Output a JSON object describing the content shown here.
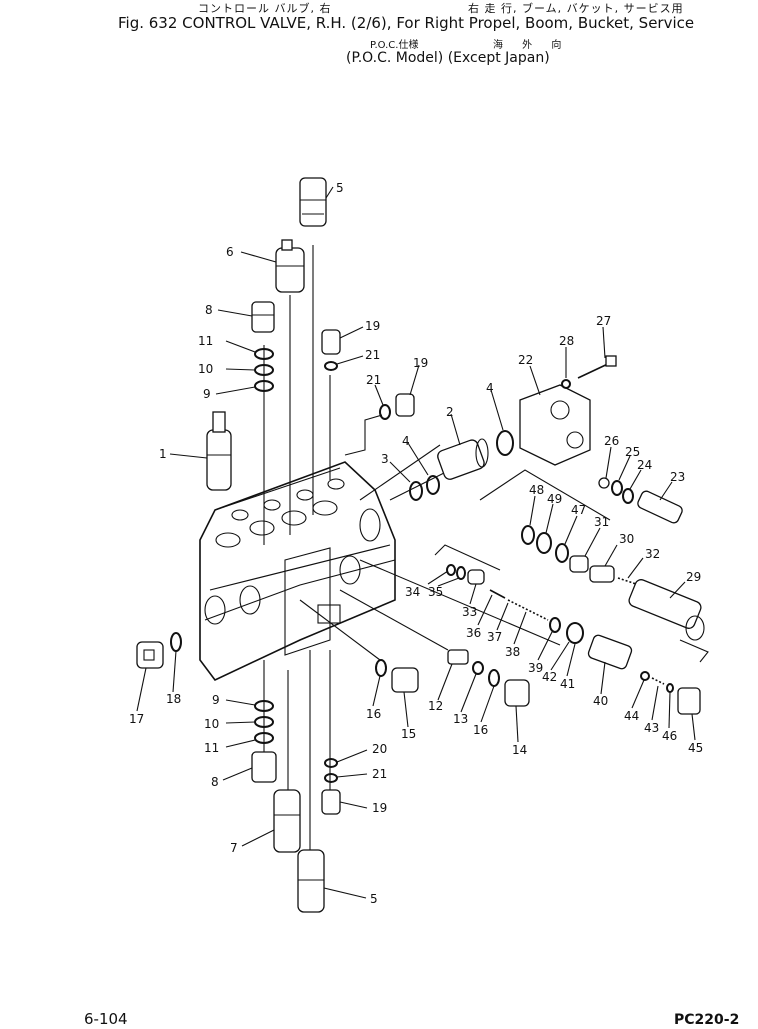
{
  "header": {
    "jp_title_left": "コントロール バルブ, 右",
    "jp_title_right": "右 走 行, ブーム, バケット, サービス用",
    "figure_title": "Fig. 632  CONTROL VALVE, R.H. (2/6), For Right Propel, Boom, Bucket, Service",
    "poc_jp_left": "P.O.C.仕様",
    "poc_jp_right": "海 外 向",
    "poc_en": "(P.O.C. Model) (Except Japan)"
  },
  "footer": {
    "page": "6-104",
    "model": "PC220-2"
  },
  "callouts": {
    "c5a": "5",
    "c6": "6",
    "c8a": "8",
    "c11a": "11",
    "c10a": "10",
    "c9a": "9",
    "c19a": "19",
    "c21a": "21",
    "c19b": "19",
    "c21b": "21",
    "c1": "1",
    "c2": "2",
    "c4a": "4",
    "c4b": "4",
    "c3": "3",
    "c22": "22",
    "c28": "28",
    "c27": "27",
    "c26": "26",
    "c25": "25",
    "c24": "24",
    "c23": "23",
    "c48": "48",
    "c49": "49",
    "c47": "47",
    "c31": "31",
    "c30": "30",
    "c32": "32",
    "c29": "29",
    "c34": "34",
    "c35": "35",
    "c33": "33",
    "c36": "36",
    "c37": "37",
    "c38": "38",
    "c39": "39",
    "c42": "42",
    "c41": "41",
    "c40": "40",
    "c44": "44",
    "c43": "43",
    "c46": "46",
    "c45": "45",
    "c12": "12",
    "c13": "13",
    "c16a": "16",
    "c16b": "16",
    "c15": "15",
    "c14": "14",
    "c17": "17",
    "c18": "18",
    "c9b": "9",
    "c10b": "10",
    "c11b": "11",
    "c8b": "8",
    "c20": "20",
    "c21c": "21",
    "c19c": "19",
    "c7": "7",
    "c5b": "5"
  }
}
